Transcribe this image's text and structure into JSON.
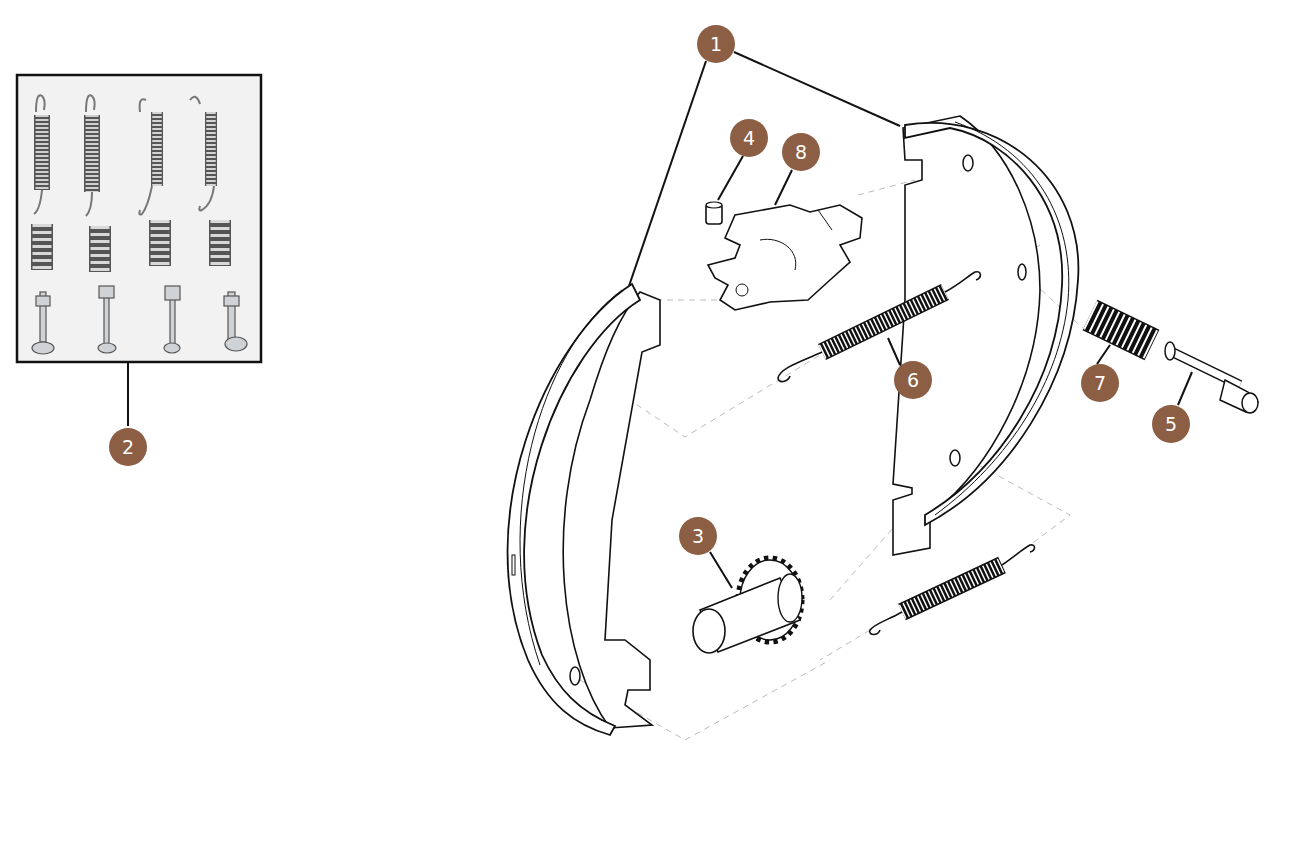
{
  "diagram": {
    "labels": [
      "1",
      "4",
      "8",
      "2",
      "6",
      "7",
      "5",
      "3"
    ]
  }
}
